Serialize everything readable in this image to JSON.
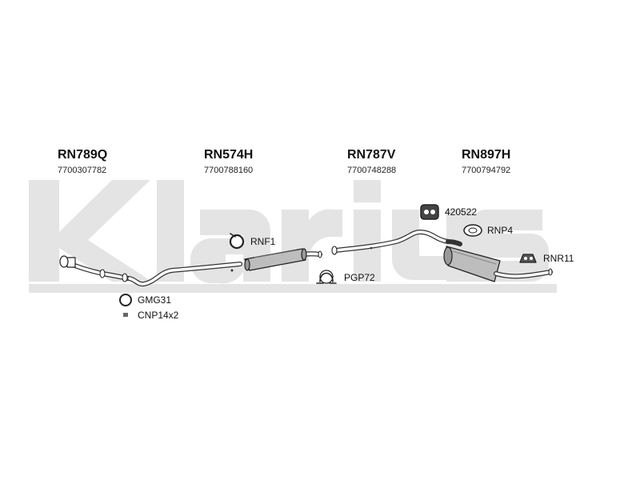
{
  "watermark": {
    "text": "Klarius",
    "color": "#e3e3e3"
  },
  "parts": [
    {
      "code": "RN789Q",
      "oe": "7700307782"
    },
    {
      "code": "RN574H",
      "oe": "7700788160"
    },
    {
      "code": "RN787V",
      "oe": "7700748288"
    },
    {
      "code": "RN897H",
      "oe": "7700794792"
    }
  ],
  "fittings": {
    "rnf1": "RNF1",
    "f420522": "420522",
    "rnp4": "RNP4",
    "rnr11": "RNR11",
    "pgp72": "PGP72",
    "gmg31": "GMG31",
    "cnp14": "CNP14x2"
  }
}
